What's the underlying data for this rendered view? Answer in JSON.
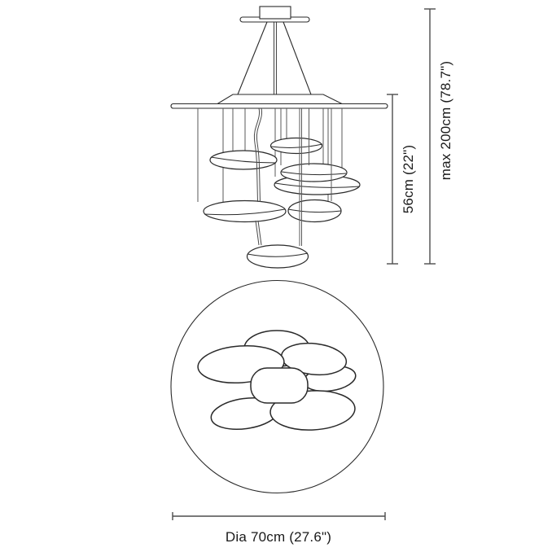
{
  "diagram": {
    "kind": "pendant-lamp-dimension-drawing",
    "dimensions": {
      "fixture_height": "56cm (22\")",
      "max_suspension": "max 200cm (78.7\")",
      "diameter": "Dia 70cm (27.6\")"
    },
    "colors": {
      "outline": "#2a2a2a",
      "rod": "#5a5a5a",
      "dimension_line": "#4d4d4d",
      "text": "#1a1a1a",
      "background": "#ffffff"
    }
  }
}
